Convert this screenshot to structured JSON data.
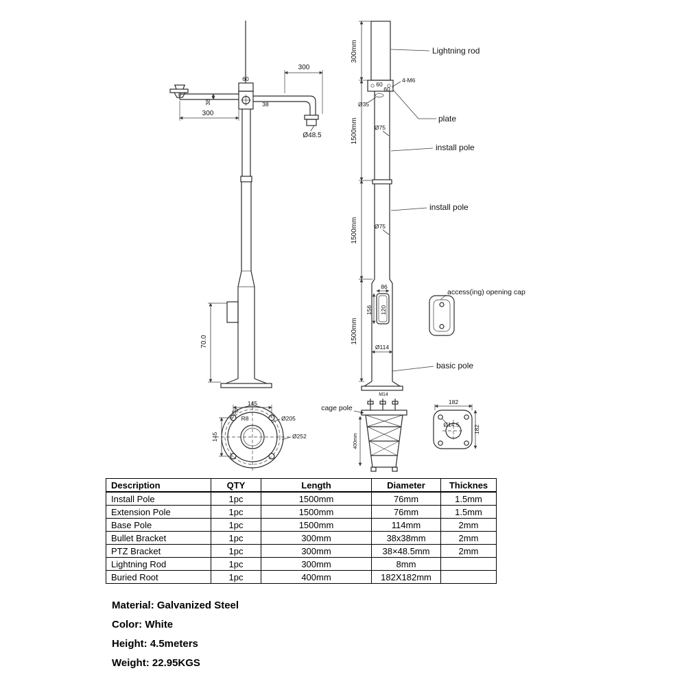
{
  "front_view": {
    "dim_bracket_60": "60",
    "dim_arm_38": "38",
    "dim_left_arm_300": "300",
    "dim_right_arm_300": "300",
    "dim_right_arm_38": "38",
    "dim_flange": "Ø48.5",
    "dim_base_height": "70.0"
  },
  "side_view": {
    "dim_top_300mm": "300mm",
    "dim_1500_a": "1500mm",
    "dim_1500_b": "1500mm",
    "dim_1500_c": "1500mm",
    "dim_plate_60a": "60",
    "dim_plate_60b": "60",
    "label_4m6": "4-M6",
    "dim_d35": "Ø35",
    "dim_d75_a": "Ø75",
    "dim_d75_b": "Ø75",
    "dim_opening_86": "86",
    "dim_opening_156": "156",
    "dim_opening_120": "120",
    "dim_d114": "Ø114",
    "label_lightning_rod": "Lightning rod",
    "label_plate": "plate",
    "label_install_pole_a": "install pole",
    "label_install_pole_b": "install pole",
    "label_access_cap": "access(ing) opening cap",
    "label_basic_pole": "basic pole"
  },
  "base_plate_view": {
    "dim_145_top": "145",
    "dim_50": "50",
    "dim_r8": "R8",
    "dim_d205": "Ø205",
    "dim_d252": "Ø252",
    "dim_145_left": "145"
  },
  "cage_view": {
    "label_cage_pole": "cage pole",
    "dim_m14": "M14",
    "dim_400mm": "400mm"
  },
  "root_view": {
    "dim_182_top": "182",
    "dim_182_right": "182",
    "dim_d145": "Ø14.5"
  },
  "table": {
    "headers": [
      "Description",
      "QTY",
      "Length",
      "Diameter",
      "Thicknes"
    ],
    "rows": [
      [
        "Install Pole",
        "1pc",
        "1500mm",
        "76mm",
        "1.5mm"
      ],
      [
        "Extension Pole",
        "1pc",
        "1500mm",
        "76mm",
        "1.5mm"
      ],
      [
        "Base Pole",
        "1pc",
        "1500mm",
        "114mm",
        "2mm"
      ],
      [
        "Bullet Bracket",
        "1pc",
        "300mm",
        "38x38mm",
        "2mm"
      ],
      [
        "PTZ Bracket",
        "1pc",
        "300mm",
        "38×48.5mm",
        "2mm"
      ],
      [
        "Lightning Rod",
        "1pc",
        "300mm",
        "8mm",
        ""
      ],
      [
        "Buried Root",
        "1pc",
        "400mm",
        "182X182mm",
        ""
      ]
    ]
  },
  "specs": {
    "lines": [
      "Material:  Galvanized Steel",
      "Color:  White",
      "Height:  4.5meters",
      "Weight:  22.95KGS"
    ]
  }
}
